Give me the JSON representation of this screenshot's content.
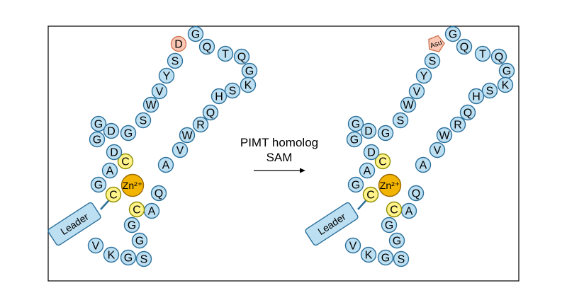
{
  "colors": {
    "residue_fill": "#bcdff2",
    "residue_stroke": "#2b6f9a",
    "cys_fill": "#fff38a",
    "cys_stroke": "#8b8b00",
    "zinc_fill": "#f3b400",
    "zinc_stroke": "#9b6a00",
    "asp_fill": "#f9c7b4",
    "asp_stroke": "#d07755",
    "leader_fill": "#bcdff2",
    "leader_stroke": "#2b6f9a",
    "frame_stroke": "#000000",
    "arrow": "#000000"
  },
  "arrow": {
    "line1": "PIMT homolog",
    "line2": "SAM"
  },
  "zinc_label": "Zn²⁺",
  "leader_label": "Leader",
  "modified_label": "Asu",
  "peptide_residues": [
    "G",
    "Q",
    "T",
    "Q",
    "G",
    "K",
    "S",
    "H",
    "Q",
    "R",
    "W",
    "V",
    "A",
    "Q",
    "A",
    "C",
    "G",
    "G",
    "S",
    "G",
    "K",
    "V",
    "C",
    "G",
    "A",
    "C",
    "D",
    "G",
    "D",
    "G",
    "G",
    "S",
    "W",
    "V",
    "Y",
    "S",
    "D"
  ]
}
